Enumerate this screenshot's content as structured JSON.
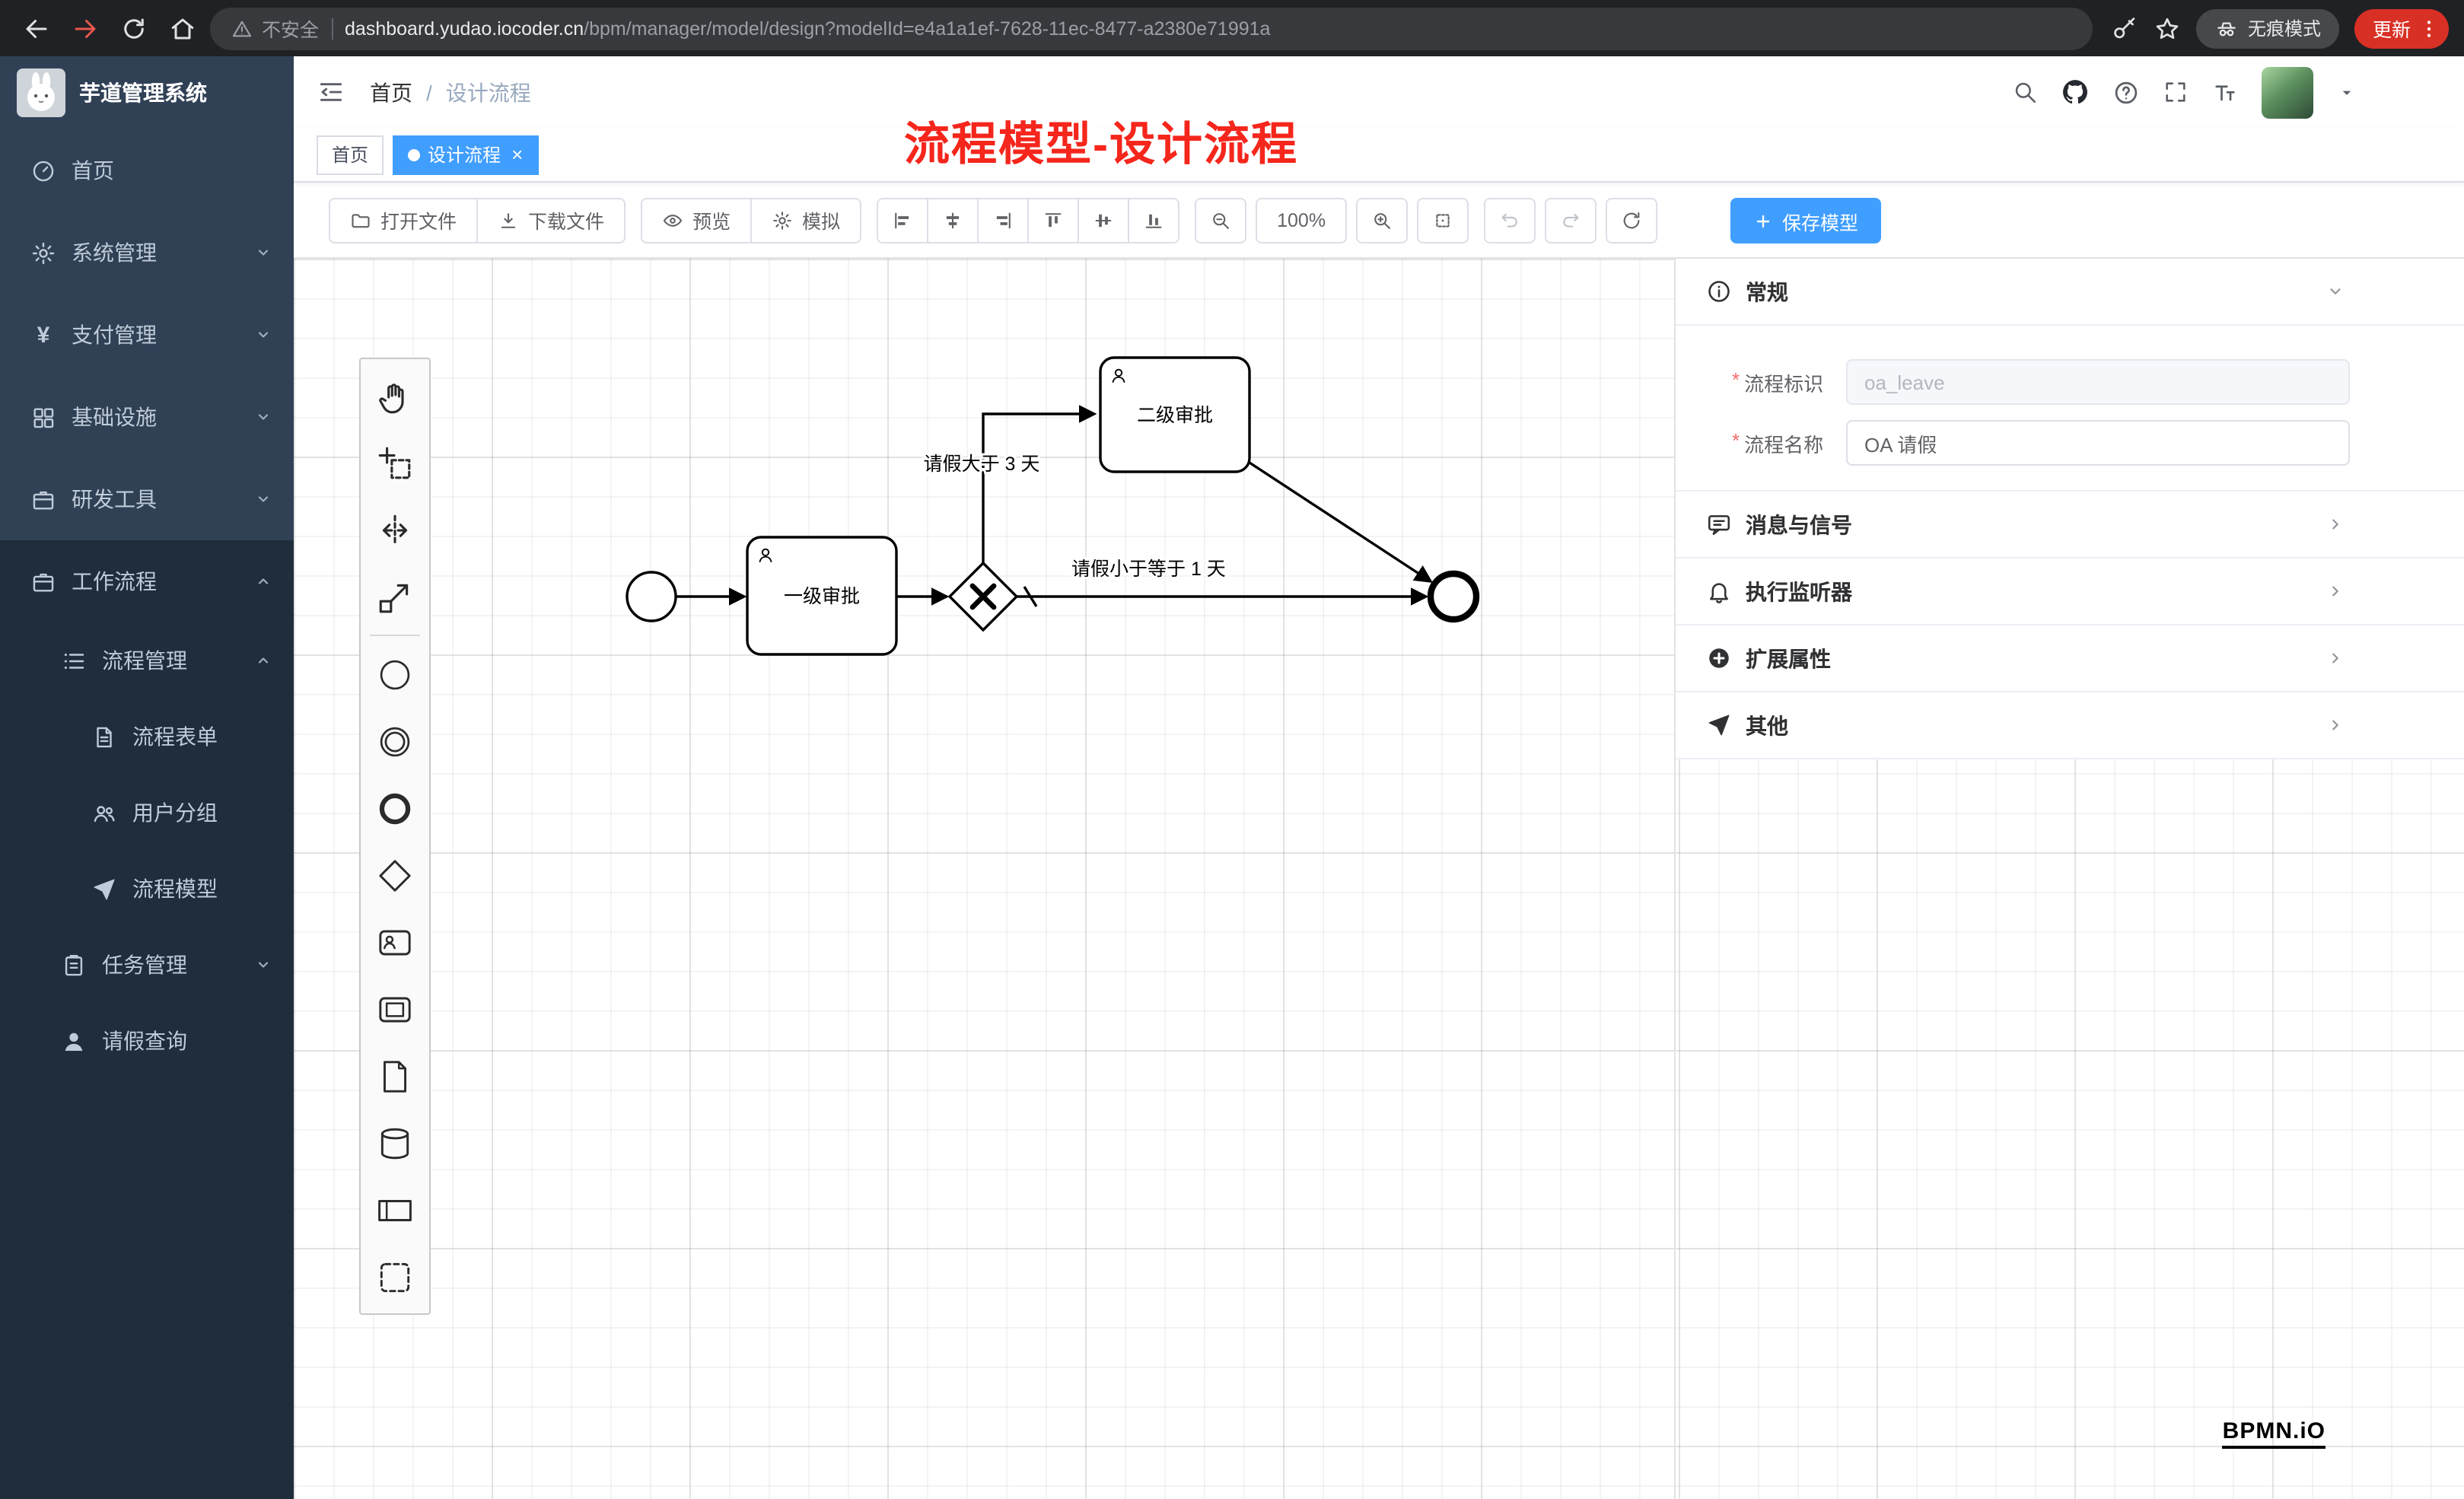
{
  "browser": {
    "security_label": "不安全",
    "url_domain": "dashboard.yudao.iocoder.cn",
    "url_path": "/bpm/manager/model/design?modelId=e4a1a1ef-7628-11ec-8477-a2380e71991a",
    "incognito_label": "无痕模式",
    "update_label": "更新"
  },
  "sidebar": {
    "app_title": "芋道管理系统",
    "items": [
      {
        "label": "首页",
        "level": 1
      },
      {
        "label": "系统管理",
        "level": 1,
        "has_children": true
      },
      {
        "label": "支付管理",
        "level": 1,
        "has_children": true
      },
      {
        "label": "基础设施",
        "level": 1,
        "has_children": true
      },
      {
        "label": "研发工具",
        "level": 1,
        "has_children": true
      },
      {
        "label": "工作流程",
        "level": 1,
        "has_children": true,
        "expanded": true
      },
      {
        "label": "流程管理",
        "level": 2,
        "has_children": true,
        "expanded": true
      },
      {
        "label": "流程表单",
        "level": 3
      },
      {
        "label": "用户分组",
        "level": 3
      },
      {
        "label": "流程模型",
        "level": 3
      },
      {
        "label": "任务管理",
        "level": 2,
        "has_children": true
      },
      {
        "label": "请假查询",
        "level": 2
      }
    ]
  },
  "header": {
    "breadcrumb_root": "首页",
    "breadcrumb_separator": "/",
    "breadcrumb_current": "设计流程"
  },
  "tabs": {
    "home": "首页",
    "current": "设计流程",
    "close_glyph": "×"
  },
  "annotation": "流程模型-设计流程",
  "toolbar": {
    "open": "打开文件",
    "download": "下载文件",
    "preview": "预览",
    "simulate": "模拟",
    "zoom_level": "100%",
    "save": "保存模型"
  },
  "palette_tools": [
    "hand-tool",
    "lasso-tool",
    "space-tool",
    "global-connect-tool",
    "start-event",
    "intermediate-event",
    "end-event",
    "exclusive-gateway",
    "user-task",
    "receipt-task",
    "data-object",
    "data-store",
    "participant-pool",
    "group"
  ],
  "diagram": {
    "type": "bpmn",
    "nodes": [
      {
        "id": "start",
        "kind": "startEvent",
        "label": ""
      },
      {
        "id": "task1",
        "kind": "userTask",
        "label": "一级审批"
      },
      {
        "id": "gateway",
        "kind": "exclusiveGateway",
        "label": ""
      },
      {
        "id": "task2",
        "kind": "userTask",
        "label": "二级审批"
      },
      {
        "id": "end",
        "kind": "endEvent",
        "label": ""
      }
    ],
    "flows": [
      {
        "from": "start",
        "to": "task1",
        "label": ""
      },
      {
        "from": "task1",
        "to": "gateway",
        "label": ""
      },
      {
        "from": "gateway",
        "to": "task2",
        "label": "请假大于 3 天"
      },
      {
        "from": "gateway",
        "to": "end",
        "label": "请假小于等于 1 天",
        "default": true
      },
      {
        "from": "task2",
        "to": "end",
        "label": ""
      }
    ]
  },
  "properties": {
    "sections": [
      {
        "label": "常规",
        "expanded": true
      },
      {
        "label": "消息与信号"
      },
      {
        "label": "执行监听器"
      },
      {
        "label": "扩展属性"
      },
      {
        "label": "其他"
      }
    ],
    "form": {
      "required_glyph": "*",
      "key_label": "流程标识",
      "key_value": "oa_leave",
      "name_label": "流程名称",
      "name_value": "OA 请假"
    }
  },
  "watermark": "BPMN.iO",
  "icons": {
    "payment_glyph": "¥",
    "back": "arrow-left",
    "forward": "arrow-right",
    "reload": "circular-arrow",
    "home": "house",
    "security": "warning-triangle",
    "incognito": "hat-and-glasses",
    "search": "magnifier",
    "repository": "github-octocat",
    "help": "question-circle",
    "fullscreen": "expand-corners",
    "font-size": "double-T",
    "open-file": "folder",
    "download-file": "download-arrow",
    "preview": "eye",
    "simulate": "gear",
    "save": "plus"
  },
  "colors": {
    "accent": "#409eff",
    "annotation_red": "#f5261c",
    "update_button": "#d93025",
    "sidebar_bg": "#304156",
    "submenu_bg": "#1f2d3d"
  }
}
